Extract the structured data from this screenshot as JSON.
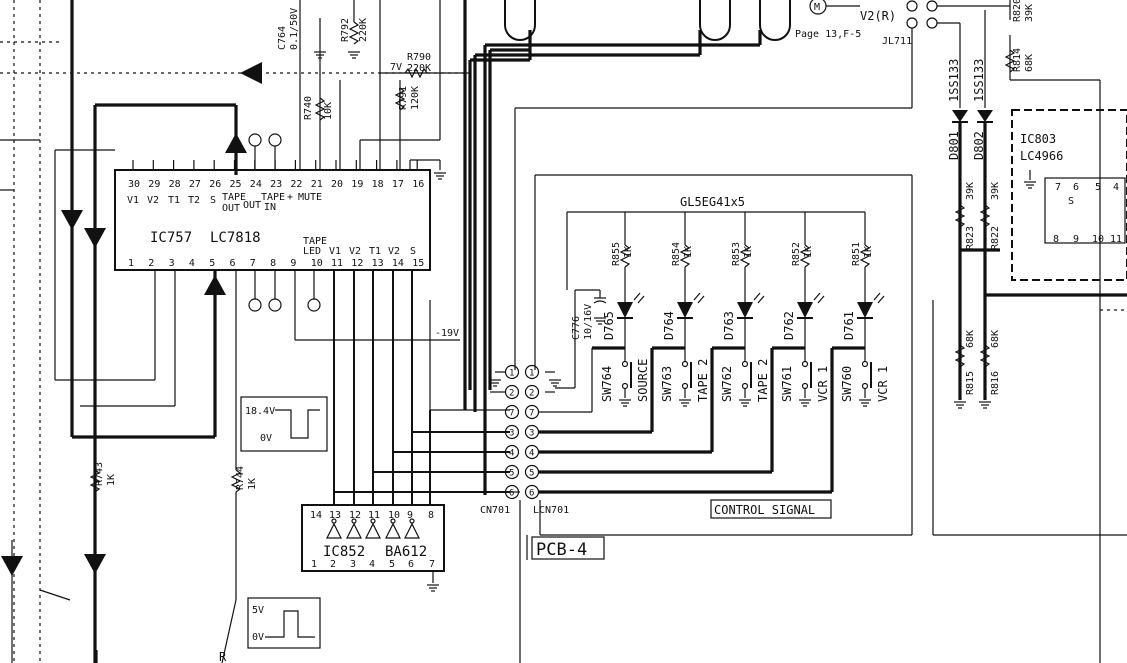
{
  "top_labels": {
    "c764": "C764",
    "c764_val": "0.1/50V",
    "r792": "R792",
    "r792_val": "220K",
    "r790": "R790",
    "r790_val": "220K",
    "r791": "R791",
    "r791_val": "120K",
    "r740": "R740",
    "r740_val": "10K",
    "v7": "7V",
    "v2r": "V2(R)",
    "page_ref": "Page 13,F-5",
    "jl711": "JL711",
    "m": "M",
    "r820": "R820",
    "r820_val": "39K",
    "r814": "R814",
    "r814_val": "68K"
  },
  "ic757": {
    "name": "IC757",
    "part": "LC7818",
    "top_pins": [
      "30",
      "29",
      "28",
      "27",
      "26",
      "25",
      "24",
      "23",
      "22",
      "21",
      "20",
      "19",
      "18",
      "17",
      "16"
    ],
    "top_funcs": [
      "V1",
      "V2",
      "T1",
      "T2",
      "S",
      "TAPE",
      "",
      "TAPE",
      "+",
      "MUTE"
    ],
    "top_sub": [
      "OUT",
      "OUT",
      "IN"
    ],
    "bot_pins": [
      "1",
      "2",
      "3",
      "4",
      "5",
      "6",
      "7",
      "8",
      "9",
      "10",
      "11",
      "12",
      "13",
      "14",
      "15"
    ],
    "bot_funcs": [
      "TAPE",
      "LED",
      "V1",
      "V2",
      "T1",
      "V2",
      "S"
    ]
  },
  "leds": {
    "array": "GL5EG41x5",
    "refs": [
      "D765",
      "D764",
      "D763",
      "D762",
      "D761"
    ],
    "resistors": [
      "R855",
      "R854",
      "R853",
      "R852",
      "R851"
    ],
    "res_val": "1K",
    "cap": "C776",
    "cap_val": "10/16V"
  },
  "switches": [
    {
      "ref": "SW764",
      "label": "SOURCE"
    },
    {
      "ref": "SW763",
      "label": "TAPE 2"
    },
    {
      "ref": "SW762",
      "label": "TAPE 2"
    },
    {
      "ref": "SW761",
      "label": "VCR 1"
    },
    {
      "ref": "SW760",
      "label": "VCR 1"
    }
  ],
  "connectors": {
    "cn701": "CN701",
    "lcn701": "LCN701",
    "pins": [
      "1",
      "2",
      "3",
      "4",
      "5",
      "6",
      "7"
    ]
  },
  "control_signal": "CONTROL SIGNAL",
  "pcb": "PCB-4",
  "minus19": "-19V",
  "wave1": {
    "high": "18.4V",
    "low": "0V"
  },
  "wave2": {
    "high": "5V",
    "low": "0V"
  },
  "r743": "R743",
  "r743_val": "1K",
  "r744": "R744",
  "r744_val": "1K",
  "ic852": {
    "name": "IC852",
    "part": "BA612",
    "top_pins": [
      "14",
      "13",
      "12",
      "11",
      "10",
      "9",
      "8"
    ],
    "bot_pins": [
      "1",
      "2",
      "3",
      "4",
      "5",
      "6",
      "7"
    ]
  },
  "diodes_right": {
    "d801": "D801",
    "d802": "D802",
    "type": "1SS133"
  },
  "ic803": {
    "name": "IC803",
    "part": "LC4966",
    "pins": [
      "7",
      "6",
      "5",
      "4",
      "8",
      "9",
      "10",
      "11"
    ],
    "s": "S"
  },
  "right_res": {
    "r823": "R823",
    "r823_val": "39K",
    "r822": "R822",
    "r822_val": "39K",
    "r815": "R815",
    "r815_val": "68K",
    "r816": "R816",
    "r816_val": "68K"
  },
  "bottom_r": "R"
}
